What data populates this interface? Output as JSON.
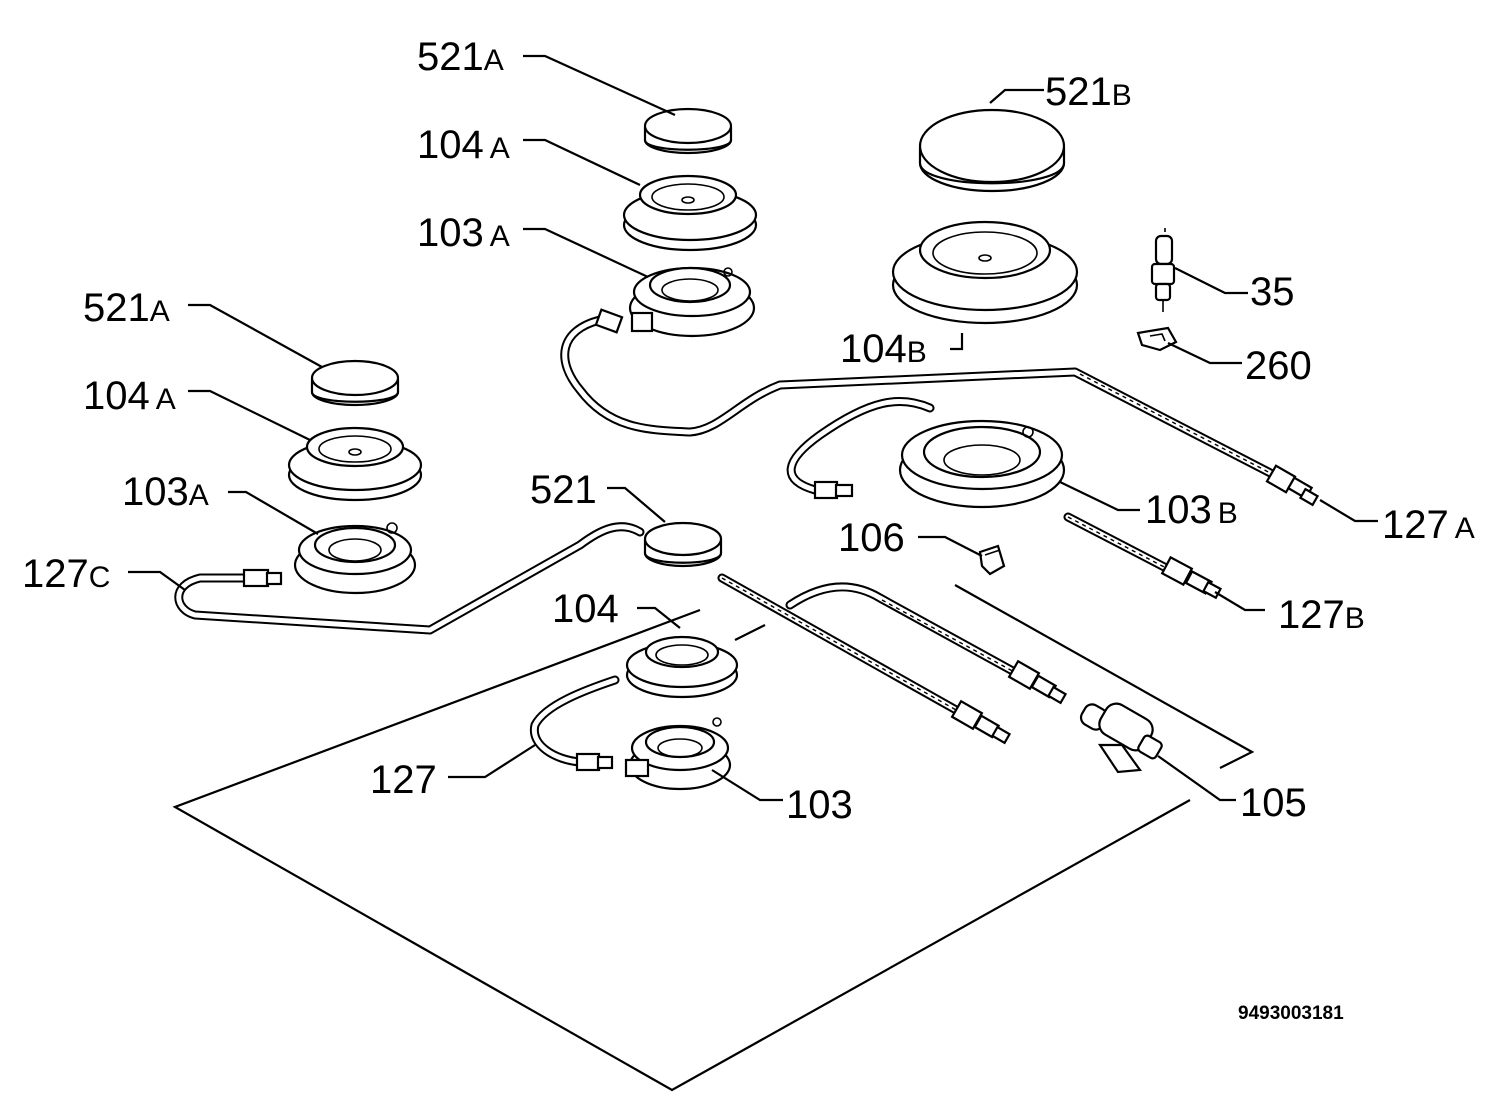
{
  "labels": {
    "cap_a_top": {
      "num": "521",
      "suffix": "A"
    },
    "spreader_a_top": {
      "num": "104",
      "suffix": "A"
    },
    "body_a_top": {
      "num": "103",
      "suffix": "A"
    },
    "cap_a_left": {
      "num": "521",
      "suffix": "A"
    },
    "spreader_a_left": {
      "num": "104",
      "suffix": "A"
    },
    "body_a_left": {
      "num": "103",
      "suffix": "A"
    },
    "cap_b": {
      "num": "521",
      "suffix": "B"
    },
    "spreader_b": {
      "num": "104",
      "suffix": "B"
    },
    "body_b": {
      "num": "103",
      "suffix": "B"
    },
    "electrode": {
      "num": "35",
      "suffix": ""
    },
    "clip": {
      "num": "260",
      "suffix": ""
    },
    "pipe_a": {
      "num": "127",
      "suffix": "A"
    },
    "pipe_b": {
      "num": "127",
      "suffix": "B"
    },
    "pipe_c": {
      "num": "127",
      "suffix": "C"
    },
    "injector": {
      "num": "106",
      "suffix": ""
    },
    "cap_small": {
      "num": "521",
      "suffix": ""
    },
    "spreader_small": {
      "num": "104",
      "suffix": ""
    },
    "body_small": {
      "num": "103",
      "suffix": ""
    },
    "pipe_small": {
      "num": "127",
      "suffix": ""
    },
    "valve": {
      "num": "105",
      "suffix": ""
    }
  },
  "document_id": "9493003181"
}
